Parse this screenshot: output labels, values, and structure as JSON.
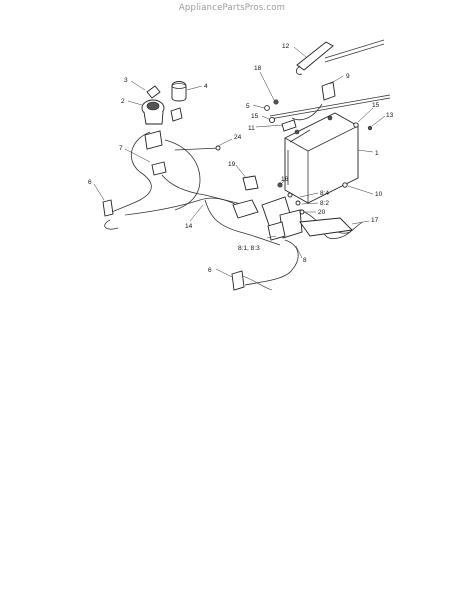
{
  "watermark": "AppliancePartsPros.com",
  "callouts": [
    "12",
    "18",
    "9",
    "3",
    "4",
    "2",
    "5",
    "15",
    "15",
    "13",
    "11",
    "24",
    "7",
    "1",
    "19",
    "16",
    "8:4",
    "8:2",
    "20",
    "10",
    "6",
    "14",
    "17",
    "8:1, 8:3",
    "8",
    "6"
  ]
}
